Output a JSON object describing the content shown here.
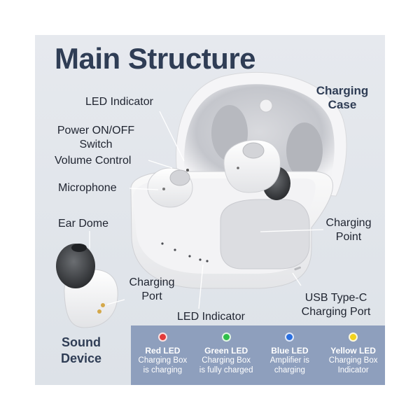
{
  "title": "Main Structure",
  "labels": {
    "led_indicator_top": "LED Indicator",
    "power_line1": "Power ON/OFF",
    "power_line2": "Switch",
    "volume_control": "Volume Control",
    "microphone": "Microphone",
    "ear_dome": "Ear Dome",
    "charging_port_line1": "Charging",
    "charging_port_line2": "Port",
    "led_indicator_bottom": "LED Indicator",
    "charging_case_line1": "Charging",
    "charging_case_line2": "Case",
    "charging_point_line1": "Charging",
    "charging_point_line2": "Point",
    "usb_line1": "USB Type-C",
    "usb_line2": "Charging Port",
    "sound_device_line1": "Sound",
    "sound_device_line2": "Device"
  },
  "legend": [
    {
      "title": "Red LED",
      "line1": "Charging Box",
      "line2": "is charging",
      "color": "#e23b3b"
    },
    {
      "title": "Green LED",
      "line1": "Charging Box",
      "line2": "is fully charged",
      "color": "#2fbf4a"
    },
    {
      "title": "Blue LED",
      "line1": "Amplifier is",
      "line2": "charging",
      "color": "#2a6fe0"
    },
    {
      "title": "Yellow LED",
      "line1": "Charging Box",
      "line2": "Indicator",
      "color": "#f2d21c"
    }
  ],
  "colors": {
    "title": "#2f3d55",
    "panel_bg": "#e3e7ec",
    "legend_bg": "#8e9fbd"
  }
}
